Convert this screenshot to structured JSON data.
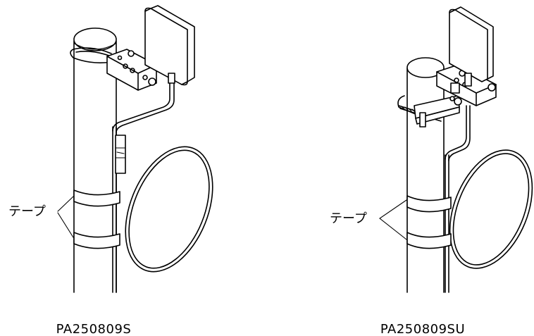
{
  "diagrams": [
    {
      "tape_label": "テープ",
      "model": "PA250809S"
    },
    {
      "tape_label": "テープ",
      "model": "PA250809SU"
    }
  ],
  "colors": {
    "ink": "#000000",
    "background": "#ffffff"
  }
}
